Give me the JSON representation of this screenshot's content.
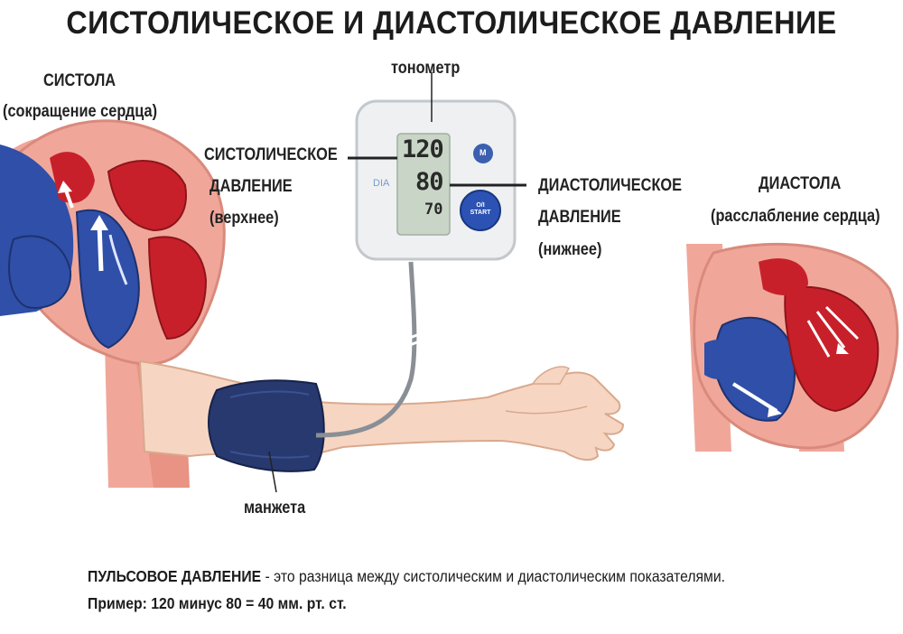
{
  "title": "СИСТОЛИЧЕСКОЕ И ДИАСТОЛИЧЕСКОЕ ДАВЛЕНИЕ",
  "systole": {
    "heading": "СИСТОЛА",
    "sub": "(сокращение сердца)"
  },
  "diastole": {
    "heading": "ДИАСТОЛА",
    "sub": "(расслабление сердца)"
  },
  "tonometer_label": "тонометр",
  "systolic_label": {
    "line1": "СИСТОЛИЧЕСКОЕ",
    "line2": "ДАВЛЕНИЕ",
    "line3": "(верхнее)"
  },
  "diastolic_label": {
    "line1": "ДИАСТОЛИЧЕСКОЕ",
    "line2": "ДАВЛЕНИЕ",
    "line3": "(нижнее)"
  },
  "cuff_label": "манжета",
  "monitor": {
    "sys_value": "120",
    "dia_value": "80",
    "pulse_value": "70",
    "dia_tag": "DIA",
    "m_button": "M",
    "start_button_line1": "O/I",
    "start_button_line2": "START"
  },
  "footer": {
    "term": "ПУЛЬСОВОЕ ДАВЛЕНИЕ",
    "definition": " - это разница между систолическим и диастолическим показателями.",
    "example": "Пример: 120 минус 80 = 40 мм. рт. ст."
  },
  "colors": {
    "artery_red": "#c8202a",
    "vein_blue": "#2f4fa8",
    "muscle_pink": "#f0a79a",
    "cuff_navy": "#27396f"
  }
}
